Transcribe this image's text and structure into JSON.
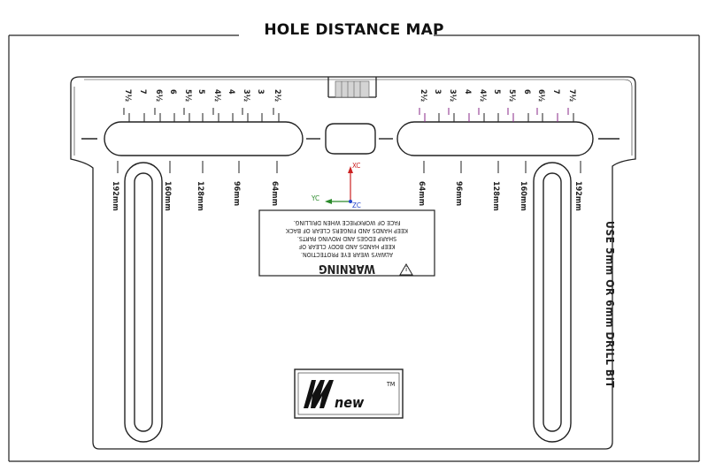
{
  "title": "HOLE DISTANCE MAP",
  "left_scale_labels": [
    "7½",
    "7",
    "6½",
    "6",
    "5½",
    "5",
    "4½",
    "4",
    "3½",
    "3",
    "2½"
  ],
  "right_scale_labels": [
    "2½",
    "3",
    "3½",
    "4",
    "4½",
    "5",
    "5½",
    "6",
    "6½",
    "7",
    "7½"
  ],
  "left_mm_labels": [
    "192mm",
    "160mm",
    "128mm",
    "96mm",
    "64mm"
  ],
  "right_mm_labels": [
    "64mm",
    "96mm",
    "128mm",
    "160mm",
    "192mm"
  ],
  "axis_labels": {
    "xc": "XC",
    "yc": "YC",
    "zc": "ZC"
  },
  "warning": {
    "heading": "WARNING",
    "lines": [
      "ALWAYS  WEAR  EYE  PROTECTION.",
      "KEEP  HANDS  AND  BODY  CLEAR  OF",
      "SHARP  EDGES  AND  MOVING  PARTS.",
      "KEEP  HANDS  AND  FINGERS CLEAR OF BACK",
      "FACE OF WORKPIECE WHEN  DRILLING."
    ]
  },
  "brand": {
    "logo_text": "new",
    "trademark": "TM"
  },
  "side_text": "USE  5mm  OR  6mm  DRILL  BIT",
  "colors": {
    "xc_axis": "#cc2222",
    "yc_axis": "#2a8a2a",
    "zc_axis": "#2244cc",
    "accent_ticks": "#8a2a8a"
  }
}
